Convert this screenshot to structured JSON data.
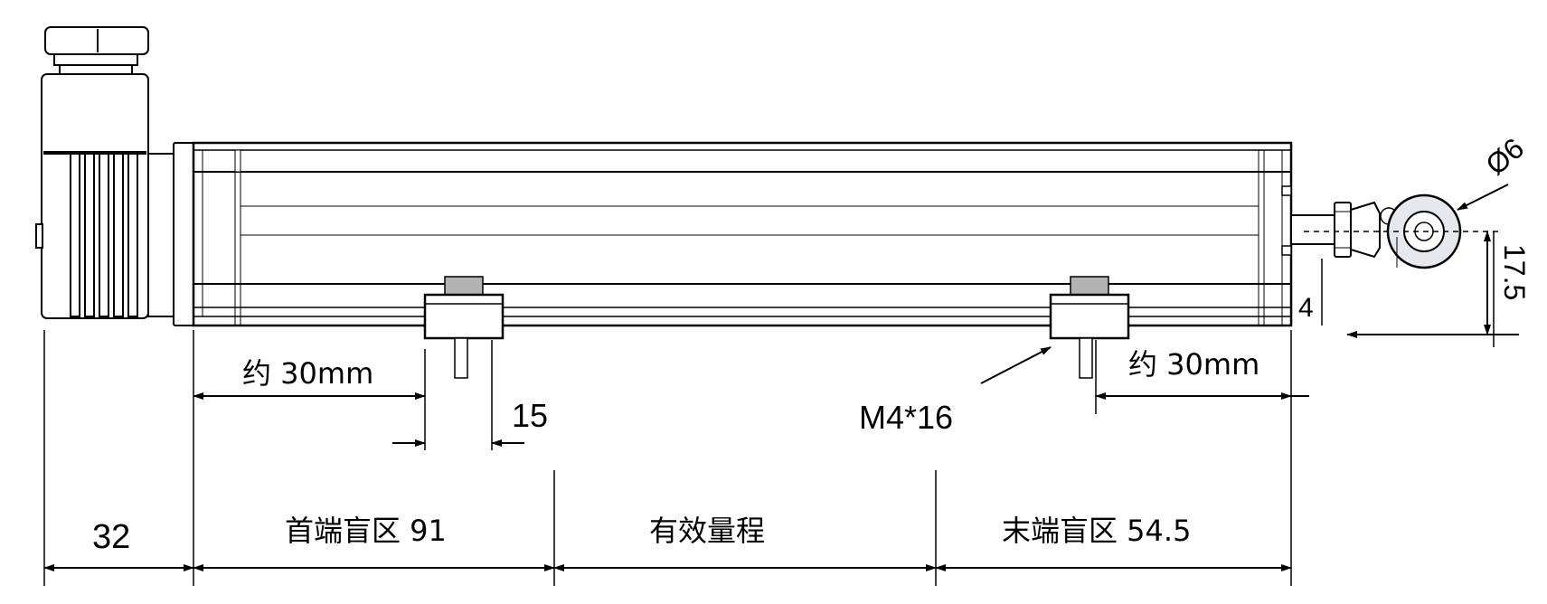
{
  "drawing": {
    "labels": {
      "approx_left": "约 30mm",
      "approx_right": "约 30mm",
      "width_15": "15",
      "screw": "M4*16",
      "dia": "Ø6",
      "height_17_5": "17.5",
      "offset_4": "4",
      "head_len": "32",
      "front_dead": "首端盲区 91",
      "effective": "有效量程",
      "rear_dead": "末端盲区 54.5"
    },
    "colors": {
      "line": "#000000",
      "body_fill": "#ffffff",
      "clamp_top": "#b3b3b3",
      "eye_fill": "#e7e7ee"
    }
  }
}
